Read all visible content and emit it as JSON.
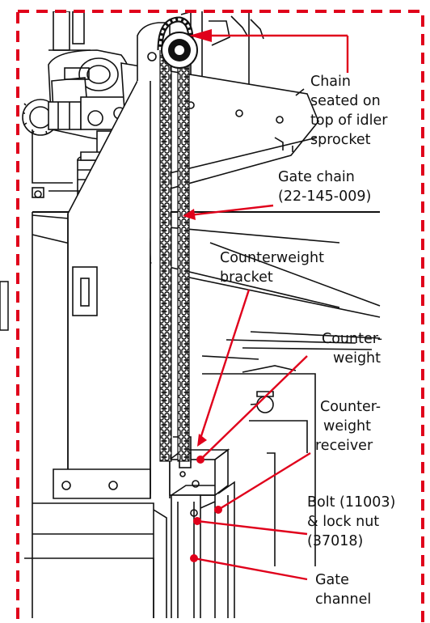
{
  "colors": {
    "callout": "#e0001b",
    "frame": "#e0001b",
    "line_art": "#111111",
    "background": "#ffffff"
  },
  "callouts": {
    "chain_seated": [
      "Chain",
      "seated on",
      "top of idler",
      "sprocket"
    ],
    "gate_chain": [
      "Gate chain",
      "(22-145-009)"
    ],
    "counterweight_bracket": [
      "Counterweight",
      "bracket"
    ],
    "counterweight": [
      "Counter-",
      "weight"
    ],
    "counterweight_receiver": [
      "Counter-",
      "weight",
      "receiver"
    ],
    "bolt_lock_nut": [
      "Bolt (11003)",
      "& lock nut",
      "(37018)"
    ],
    "gate_channel": [
      "Gate",
      "channel"
    ]
  }
}
